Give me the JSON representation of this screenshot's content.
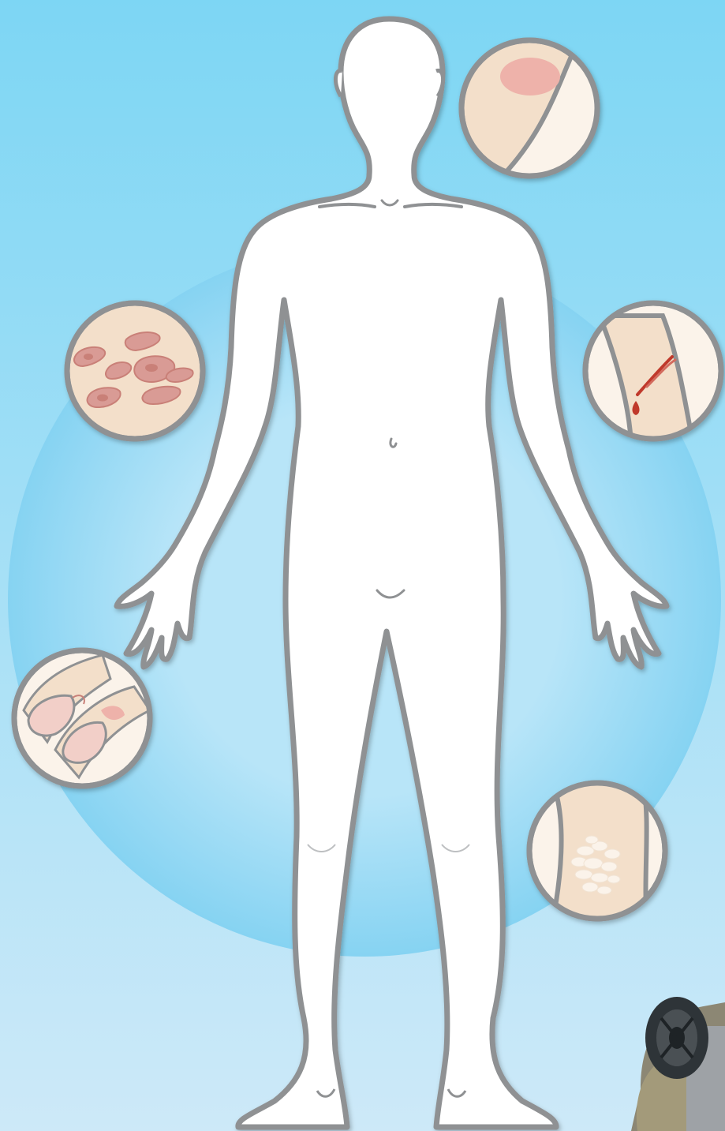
{
  "scene": {
    "colors": {
      "background_top": "#7dd6f4",
      "background_bottom": "#cde9f8",
      "halo": "#8ed6f3",
      "body_fill": "#ffffff",
      "body_outline": "#8f9193",
      "skin": "#f3dfca",
      "lesion": "#d99b95",
      "lesion_center": "#c98078",
      "blood": "#c0392b",
      "scale": "#fbf3ea"
    }
  },
  "callouts": [
    {
      "id": "scalp",
      "icon": "scalp-redness-icon"
    },
    {
      "id": "trunk",
      "icon": "skin-plaques-icon"
    },
    {
      "id": "arm",
      "icon": "skin-cut-icon"
    },
    {
      "id": "nails",
      "icon": "nail-damage-icon"
    },
    {
      "id": "leg",
      "icon": "skin-scales-icon"
    }
  ],
  "corner_object": {
    "icon": "reel-device-icon"
  }
}
